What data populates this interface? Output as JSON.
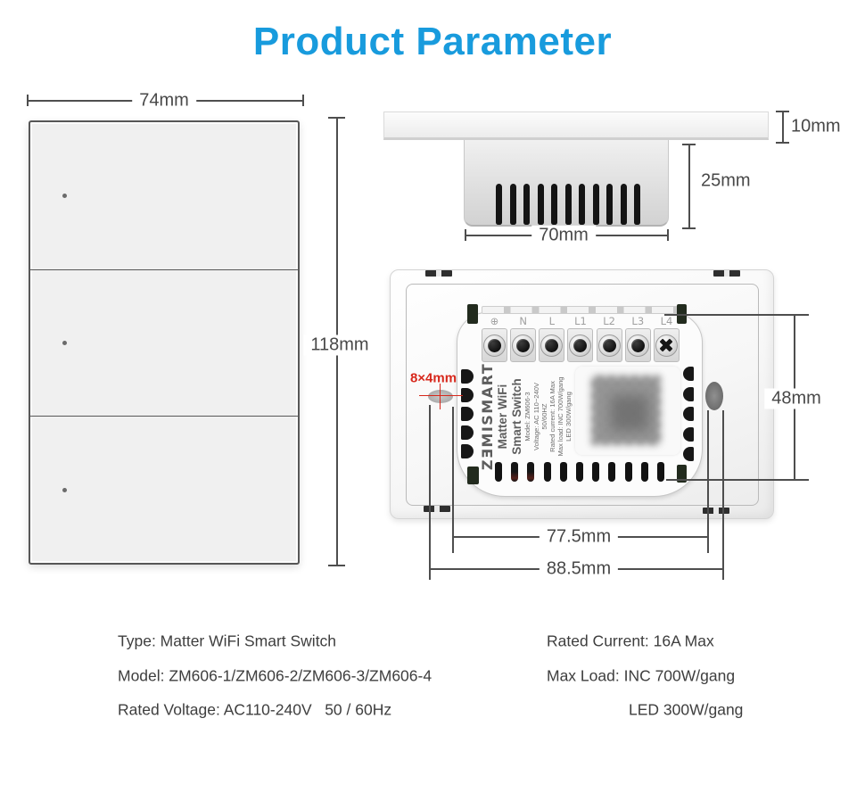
{
  "title": "Product Parameter",
  "colors": {
    "accent": "#189bdd",
    "dimension": "#4a4a4a",
    "highlight_red": "#d7281c"
  },
  "front_view": {
    "width": "74mm",
    "height": "118mm"
  },
  "side_view": {
    "thickness": "10mm",
    "depth": "25mm",
    "body_width": "70mm"
  },
  "back_view": {
    "mounting_hole": "8×4mm",
    "module_height": "48mm",
    "hole_spacing_inner": "77.5mm",
    "hole_spacing_outer": "88.5mm",
    "terminals": [
      "⊕",
      "N",
      "L",
      "L1",
      "L2",
      "L3",
      "L4"
    ],
    "module_label": {
      "brand": "ZƎMISMART",
      "product_line1": "Matter WiFi",
      "product_line2": "Smart Switch",
      "specs": [
        "Model: ZM606-3",
        "Voltage: AC 110~240V",
        "50/60HZ",
        "Rated current: 16A Max",
        "Max load: INC 700W/gang",
        "LED 300W/gang"
      ]
    }
  },
  "specs": {
    "left": [
      "Type: Matter WiFi Smart Switch",
      "Model: ZM606-1/ZM606-2/ZM606-3/ZM606-4",
      "Rated Voltage: AC110-240V   50 / 60Hz"
    ],
    "right": [
      "Rated Current: 16A Max",
      "Max Load: INC 700W/gang",
      "LED 300W/gang"
    ]
  }
}
